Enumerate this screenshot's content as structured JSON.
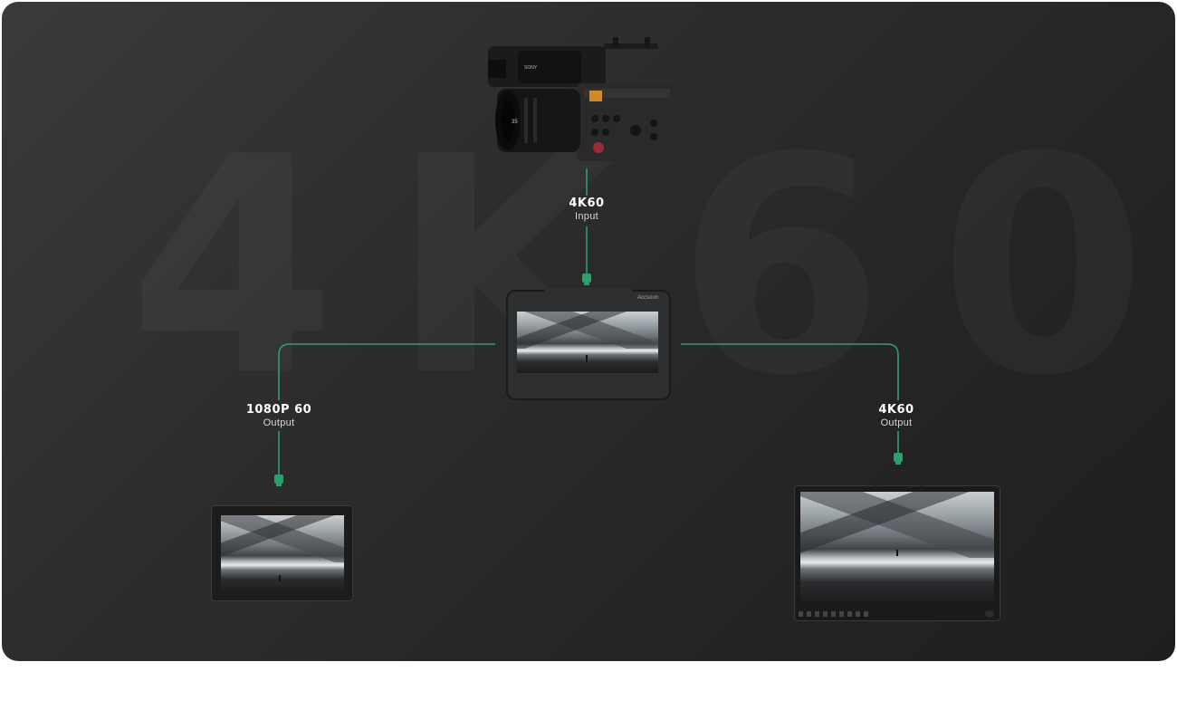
{
  "watermark": "4K60",
  "input_label": {
    "resolution": "4K60",
    "kind": "Input"
  },
  "left_output_label": {
    "resolution": "1080P 60",
    "kind": "Output"
  },
  "right_output_label": {
    "resolution": "4K60",
    "kind": "Output"
  },
  "camera": {
    "brand_text": "SONY",
    "lens_number": "35"
  },
  "monitor_brand": "Accsoon",
  "colors": {
    "connector": "#2f9e6e",
    "background": "#2a2a2a"
  }
}
